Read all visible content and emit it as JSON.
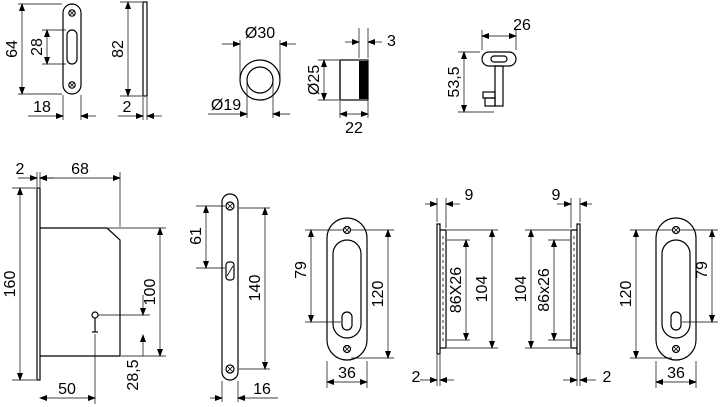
{
  "dimensions": {
    "strike_height": "64",
    "strike_slot": "28",
    "strike_width": "18",
    "strike_side_height": "82",
    "strike_side_thickness": "2",
    "knob_outer_diameter": "Ø30",
    "knob_inner_diameter": "Ø19",
    "knob_side_depth": "3",
    "knob_side_diameter": "Ø25",
    "knob_side_length": "22",
    "key_width": "26",
    "key_height": "53,5",
    "lock_plate_thickness": "2",
    "lock_depth": "68",
    "lock_height": "160",
    "lock_body_height": "100",
    "lock_backset": "50",
    "lock_keyhole_offset": "28,5",
    "faceplate_top_offset": "61",
    "faceplate_length": "140",
    "faceplate_width": "16",
    "pull_a_slot_height": "79",
    "pull_a_height": "120",
    "pull_a_width": "36",
    "side_a_depth": "9",
    "side_a_cut": "86X26",
    "side_a_height": "104",
    "side_a_thickness": "2",
    "side_b_depth": "9",
    "side_b_height": "104",
    "side_b_cut": "86x26",
    "side_b_thickness": "2",
    "pull_b_height": "120",
    "pull_b_slot_height": "79",
    "pull_b_width": "36"
  }
}
